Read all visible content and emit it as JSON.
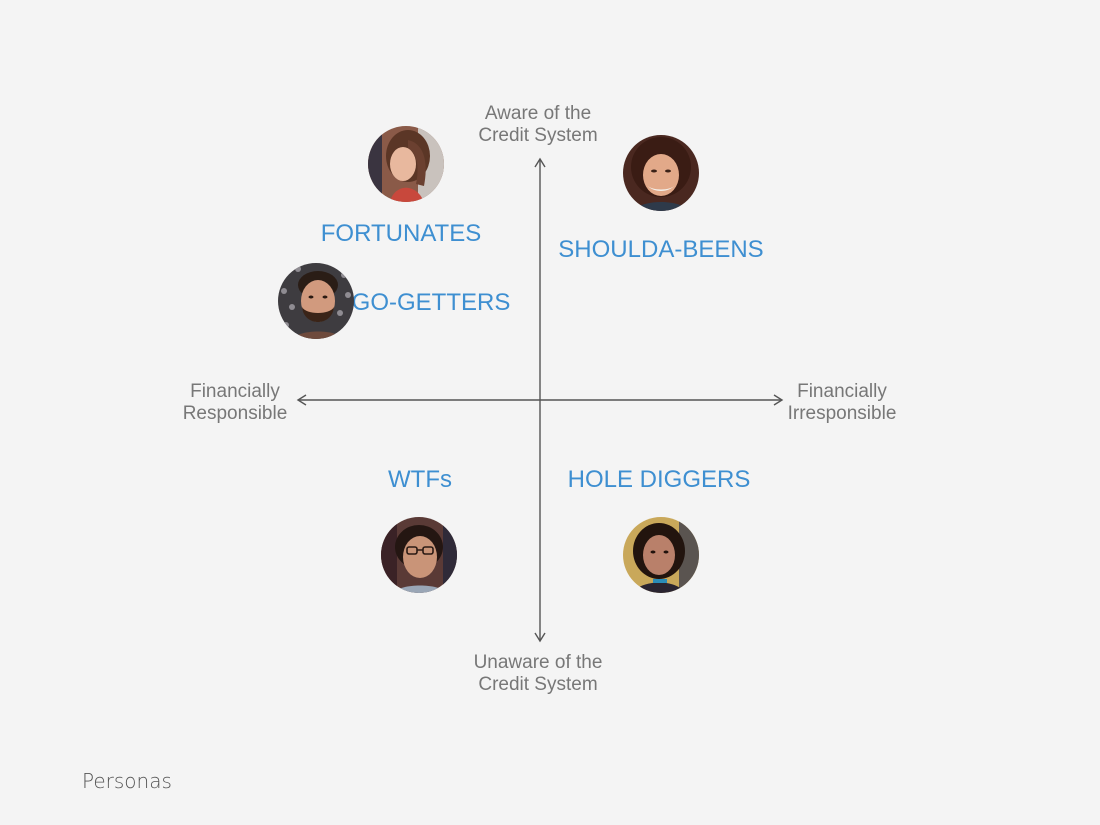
{
  "slide_title": "Personas",
  "axes": {
    "top": [
      "Aware of the",
      "Credit System"
    ],
    "bottom": [
      "Unaware of the",
      "Credit System"
    ],
    "left": [
      "Financially",
      "Responsible"
    ],
    "right": [
      "Financially",
      "Irresponsible"
    ]
  },
  "personas": {
    "fortunates": "FORTUNATES",
    "go_getters": "GO-GETTERS",
    "shoulda_beens": "SHOULDA-BEENS",
    "wtfs": "WTFs",
    "hole_diggers": "HOLE DIGGERS"
  },
  "colors": {
    "accent": "#3e8fd1",
    "axis": "#555555",
    "axis_label": "#777777",
    "background": "#f4f4f4"
  }
}
